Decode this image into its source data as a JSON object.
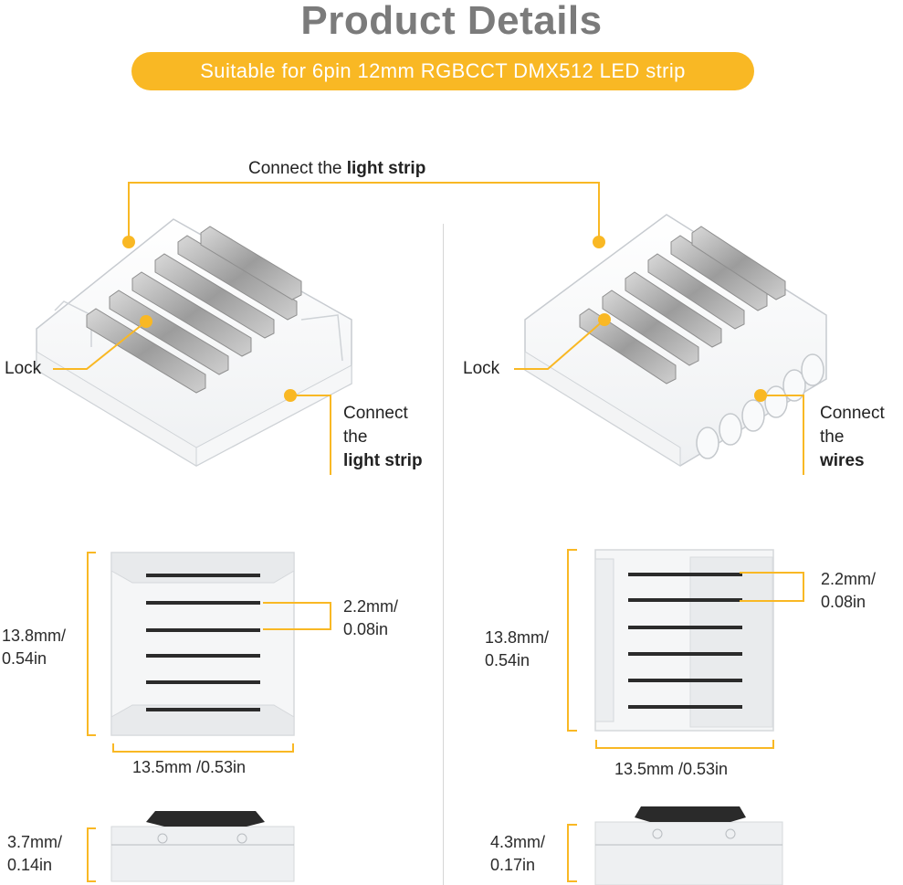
{
  "title": "Product Details",
  "banner": "Suitable for 6pin 12mm RGBCCT DMX512 LED strip",
  "colors": {
    "accent": "#f9b824",
    "title": "#7b7b7b",
    "text": "#222222"
  },
  "top_callout": {
    "prefix": "Connect the ",
    "bold": "light strip"
  },
  "left": {
    "lock": "Lock",
    "connect_l1": "Connect",
    "connect_l2": "the",
    "connect_bold": "light strip",
    "height": {
      "mm": "13.8mm/",
      "in": "0.54in"
    },
    "pitch": {
      "mm": "2.2mm/",
      "in": "0.08in"
    },
    "width": "13.5mm /0.53in",
    "thickness": {
      "mm": "3.7mm/",
      "in": "0.14in"
    }
  },
  "right": {
    "lock": "Lock",
    "connect_l1": "Connect",
    "connect_l2": "the",
    "connect_bold": "wires",
    "height": {
      "mm": "13.8mm/",
      "in": "0.54in"
    },
    "pitch": {
      "mm": "2.2mm/",
      "in": "0.08in"
    },
    "width": "13.5mm /0.53in",
    "thickness": {
      "mm": "4.3mm/",
      "in": "0.17in"
    }
  }
}
